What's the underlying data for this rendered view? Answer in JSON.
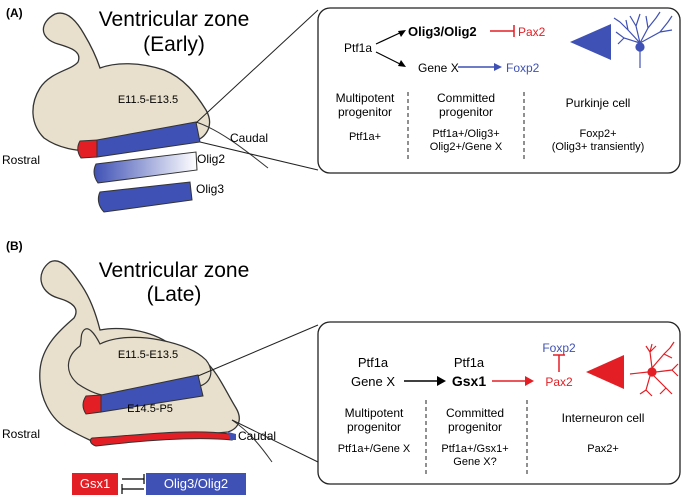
{
  "panel_a": {
    "label": "(A)",
    "title_line1": "Ventricular zone",
    "title_line2": "(Early)",
    "stage_label": "E11.5-E13.5",
    "rostral": "Rostral",
    "caudal": "Caudal",
    "olig2": "Olig2",
    "olig3": "Olig3",
    "box": {
      "ptf1a": "Ptf1a",
      "olig3_olig2": "Olig3/Olig2",
      "pax2": "Pax2",
      "gene_x": "Gene X",
      "foxp2": "Foxp2",
      "col1_head1": "Multipotent",
      "col1_head2": "progenitor",
      "col1_marker": "Ptf1a+",
      "col2_head1": "Committed",
      "col2_head2": "progenitor",
      "col2_marker1": "Ptf1a+/Olig3+",
      "col2_marker2": "Olig2+/Gene X",
      "col3_head": "Purkinje cell",
      "col3_marker1": "Foxp2+",
      "col3_marker2": "(Olig3+ transiently)"
    }
  },
  "panel_b": {
    "label": "(B)",
    "title_line1": "Ventricular zone",
    "title_line2": "(Late)",
    "stage_label_1": "E11.5-E13.5",
    "stage_label_2": "E14.5-P5",
    "rostral": "Rostral",
    "caudal": "Caudal",
    "gsx1_legend": "Gsx1",
    "olig_legend": "Olig3/Olig2",
    "box": {
      "ptf1a_1": "Ptf1a",
      "gene_x": "Gene X",
      "ptf1a_2": "Ptf1a",
      "gsx1": "Gsx1",
      "foxp2": "Foxp2",
      "pax2": "Pax2",
      "col1_head1": "Multipotent",
      "col1_head2": "progenitor",
      "col1_marker": "Ptf1a+/Gene X",
      "col2_head1": "Committed",
      "col2_head2": "progenitor",
      "col2_marker1": "Ptf1a+/Gsx1+",
      "col2_marker2": "Gene X?",
      "col3_head": "Interneuron cell",
      "col3_marker": "Pax2+"
    }
  },
  "colors": {
    "tissue": "#e8e0cc",
    "blue": "#3f51b5",
    "red": "#e31e24",
    "foxp2_blue": "#3f51b5"
  }
}
